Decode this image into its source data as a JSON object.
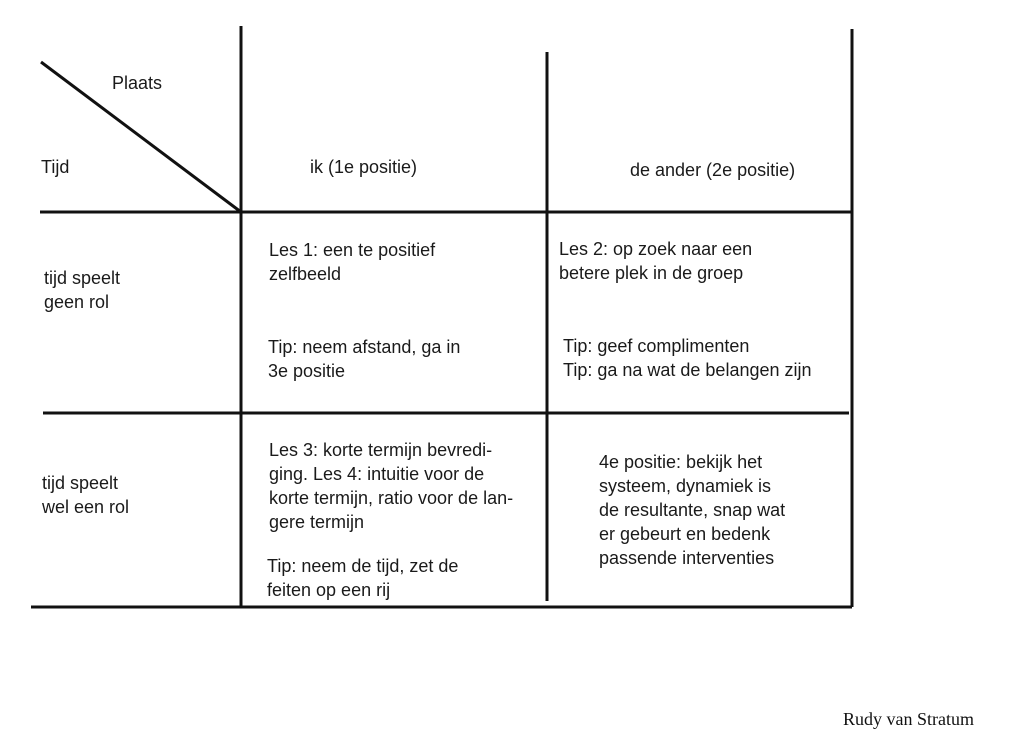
{
  "header": {
    "place_label": "Plaats",
    "time_label": "Tijd",
    "col_1": "ik (1e positie)",
    "col_2": "de ander (2e positie)"
  },
  "rows": [
    {
      "label": "tijd speelt\ngeen rol",
      "cell_1": {
        "lesson": "Les 1: een te positief\nzelfbeeld",
        "tip": "Tip: neem afstand, ga in\n3e positie"
      },
      "cell_2": {
        "lesson": "Les 2: op zoek naar een\nbetere plek in de groep",
        "tip": "Tip: geef complimenten\nTip: ga na wat de belangen zijn"
      }
    },
    {
      "label": "tijd speelt\nwel een rol",
      "cell_1": {
        "lesson": "Les 3: korte termijn bevredi-\nging. Les 4: intuitie voor de\nkorte termijn, ratio voor de lan-\ngere termijn",
        "tip": "Tip: neem de tijd, zet de\nfeiten op een rij"
      },
      "cell_2": {
        "lesson": "4e positie: bekijk het\nsysteem, dynamiek is\nde resultante, snap wat\ner gebeurt en bedenk\npassende interventies"
      }
    }
  ],
  "credit": "Rudy van Stratum",
  "colors": {
    "line": "#111111",
    "text": "#1a1a1a",
    "background": "#ffffff"
  }
}
